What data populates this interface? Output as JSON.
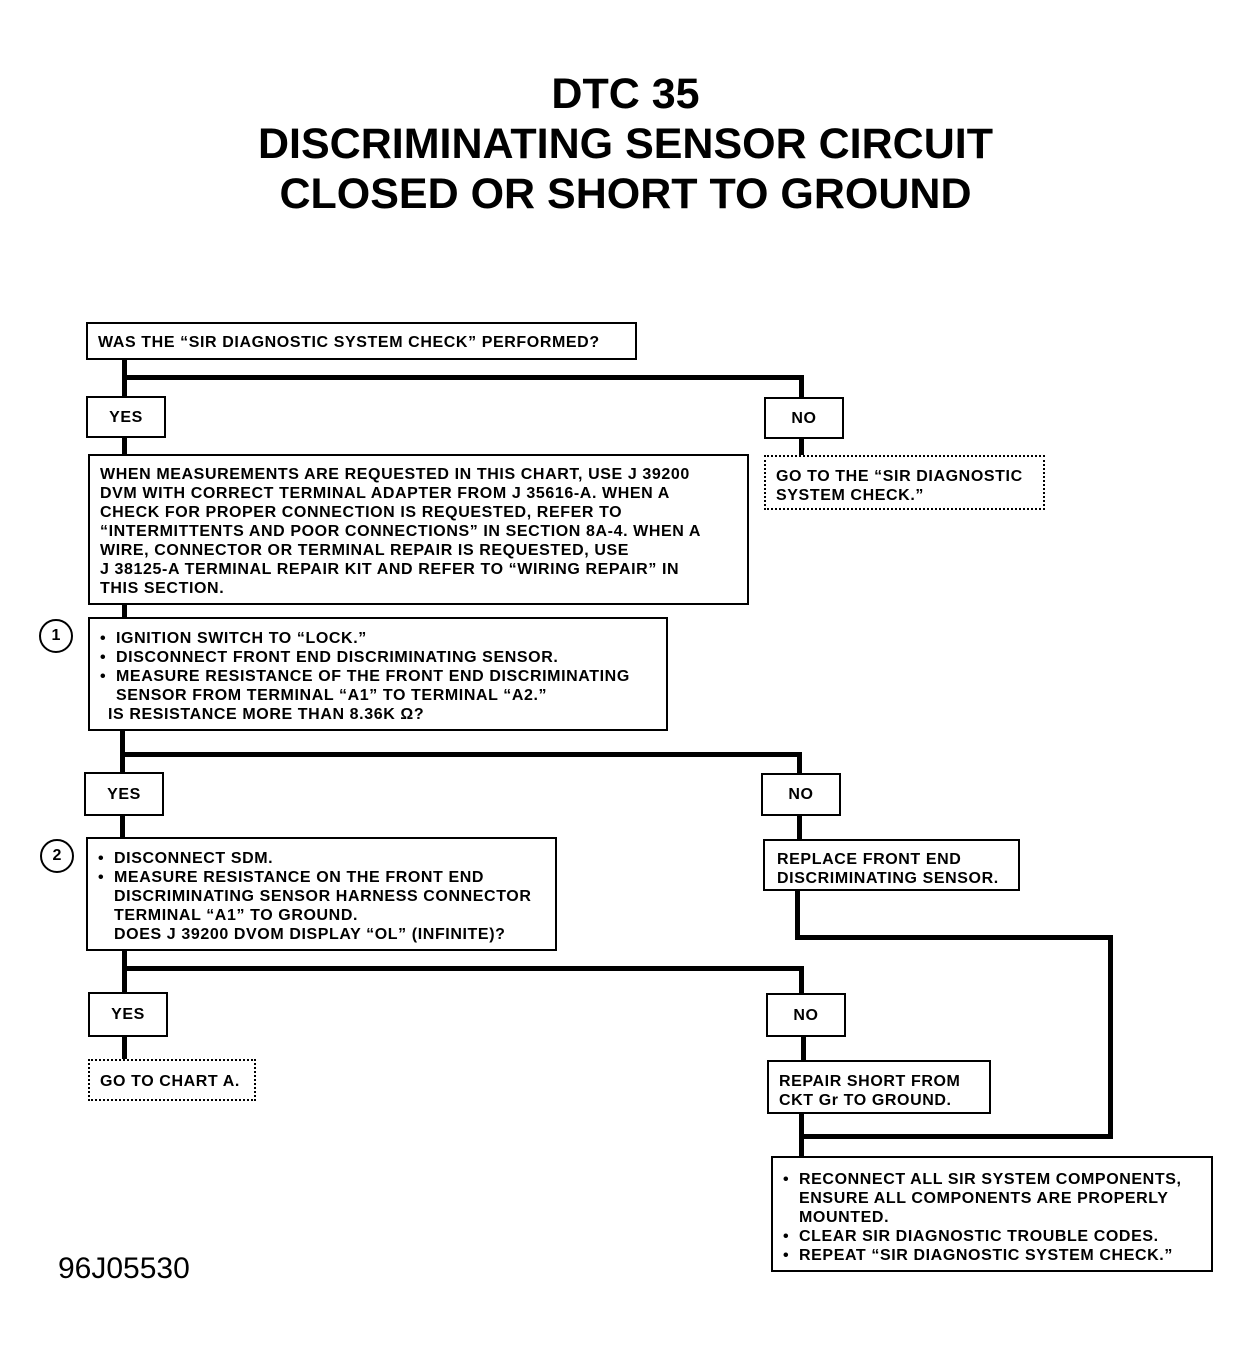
{
  "title": {
    "line1": "DTC 35",
    "line2": "DISCRIMINATING SENSOR CIRCUIT",
    "line3": "CLOSED OR SHORT TO GROUND"
  },
  "q0": "WAS THE “SIR DIAGNOSTIC SYSTEM CHECK” PERFORMED?",
  "yes": "YES",
  "no": "NO",
  "go_sir_check": [
    "GO TO THE “SIR DIAGNOSTIC",
    "SYSTEM CHECK.”"
  ],
  "intro": [
    "WHEN MEASUREMENTS ARE REQUESTED IN THIS CHART, USE J 39200",
    "DVM WITH CORRECT TERMINAL ADAPTER FROM J 35616-A. WHEN A",
    "CHECK FOR PROPER CONNECTION IS REQUESTED, REFER TO",
    "“INTERMITTENTS AND POOR CONNECTIONS” IN SECTION 8A-4. WHEN A",
    "WIRE, CONNECTOR OR TERMINAL REPAIR IS REQUESTED, USE",
    "J 38125-A TERMINAL REPAIR KIT AND REFER TO “WIRING REPAIR” IN",
    "THIS SECTION."
  ],
  "step1": {
    "number": "1",
    "bullets": [
      "IGNITION SWITCH TO “LOCK.”",
      "DISCONNECT FRONT END DISCRIMINATING SENSOR.",
      "MEASURE RESISTANCE OF THE FRONT END DISCRIMINATING",
      "SENSOR FROM TERMINAL “A1” TO TERMINAL “A2.”",
      "IS RESISTANCE MORE THAN 8.36K Ω?"
    ]
  },
  "replace_sensor": [
    "REPLACE FRONT END",
    "DISCRIMINATING SENSOR."
  ],
  "step2": {
    "number": "2",
    "bullets": [
      "DISCONNECT SDM.",
      "MEASURE RESISTANCE ON THE FRONT END",
      "DISCRIMINATING SENSOR HARNESS CONNECTOR",
      "TERMINAL “A1” TO GROUND.",
      "DOES J 39200 DVOM DISPLAY “OL” (INFINITE)?"
    ]
  },
  "go_chart_a": "GO TO CHART A.",
  "repair_short": [
    "REPAIR SHORT FROM",
    "CKT Gr TO GROUND."
  ],
  "final": [
    "RECONNECT ALL SIR SYSTEM COMPONENTS,",
    "ENSURE ALL COMPONENTS ARE PROPERLY",
    "MOUNTED.",
    "CLEAR SIR DIAGNOSTIC TROUBLE CODES.",
    "REPEAT “SIR DIAGNOSTIC SYSTEM CHECK.”"
  ],
  "figure_id": "96J05530"
}
